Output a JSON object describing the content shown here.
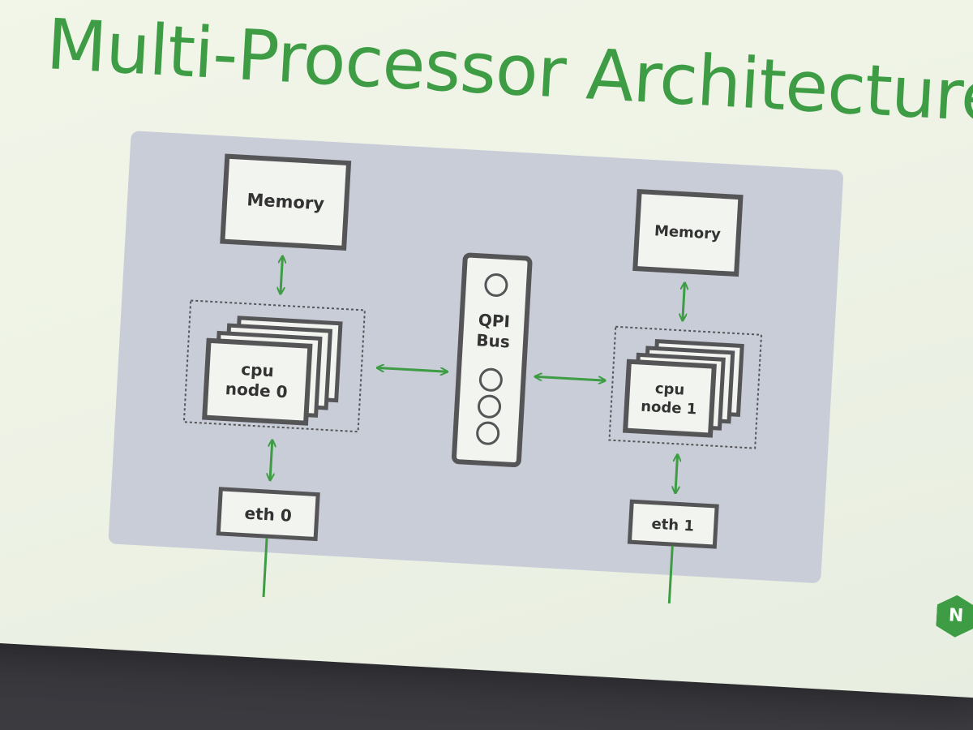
{
  "slide": {
    "title": "Multi-Processor Architecture"
  },
  "diagram": {
    "node0": {
      "memory_label": "Memory",
      "cpu_label_line1": "cpu",
      "cpu_label_line2": "node 0",
      "eth_label": "eth 0"
    },
    "node1": {
      "memory_label": "Memory",
      "cpu_label_line1": "cpu",
      "cpu_label_line2": "node 1",
      "eth_label": "eth 1"
    },
    "bus": {
      "label_line1": "QPI",
      "label_line2": "Bus"
    }
  },
  "logo": {
    "letter": "N"
  },
  "colors": {
    "accent_green": "#3e9c44",
    "panel": "#c9cdd7",
    "box_border": "#555558",
    "box_fill": "#f2f4ef"
  }
}
